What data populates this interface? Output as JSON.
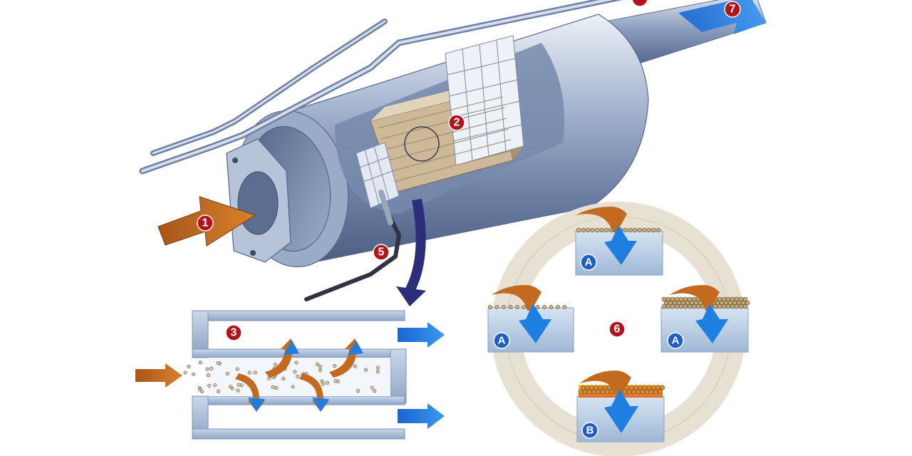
{
  "colors": {
    "marker_red": "#b3131b",
    "marker_blue": "#1f5fc4",
    "exhaust_arrow": "#c46a1e",
    "clean_arrow": "#1f7fe0",
    "metal": "#8fa3c2",
    "filter_substrate": "#c9b79a",
    "soot": "#8a6a3a",
    "glow": "#f0a020",
    "regen_ring": "#e6e1d2"
  },
  "markers": {
    "m1": "1",
    "m2": "2",
    "m3": "3",
    "m5": "5",
    "m6": "6",
    "m7": "7"
  },
  "cycle_stages": {
    "top": "A",
    "left": "A",
    "right": "A",
    "bottom": "B"
  },
  "icons": [
    "exhaust-inlet-arrow",
    "clean-outlet-arrow",
    "flow-down-arrow",
    "gas-flow-arrow",
    "soot-particle",
    "regeneration-ring"
  ]
}
